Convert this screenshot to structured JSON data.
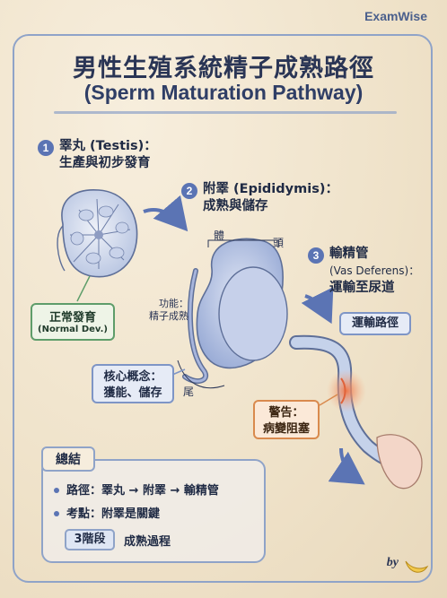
{
  "brand": "ExamWise",
  "title": {
    "zh": "男性生殖系統精子成熟路徑",
    "en": "(Sperm Maturation Pathway)"
  },
  "steps": [
    {
      "num": "1",
      "line1": "睪丸 (Testis)：",
      "line2": "生產與初步發育"
    },
    {
      "num": "2",
      "line1": "附睪 (Epididymis)：",
      "line2": "成熟與儲存"
    },
    {
      "num": "3",
      "line1": "輸精管",
      "line2": "(Vas Deferens)：",
      "line3": "運輸至尿道"
    }
  ],
  "labels": {
    "body": "體",
    "head": "頭",
    "tail": "尾",
    "function_line1": "功能：",
    "function_line2": "精子成熟"
  },
  "boxes": {
    "normal_zh": "正常發育",
    "normal_en": "(Normal Dev.)",
    "core_line1": "核心概念：",
    "core_line2": "獲能、儲存",
    "transport": "運輸路徑",
    "warning_line1": "警告：",
    "warning_line2": "病變阻塞"
  },
  "summary": {
    "heading": "總結",
    "path": "路徑：睪丸 → 附睪 → 輸精管",
    "key_point": "考點：附睪是關鍵",
    "stage_badge": "3階段",
    "stage_text": "成熟過程"
  },
  "signature": "by",
  "colors": {
    "accent_blue": "#5b74b4",
    "frame_blue": "#8fa3c8",
    "green_border": "#5e9d6a",
    "warning_orange": "#d98a4e",
    "blockage_red": "#e0623a"
  },
  "icons": [
    "banana-icon"
  ]
}
